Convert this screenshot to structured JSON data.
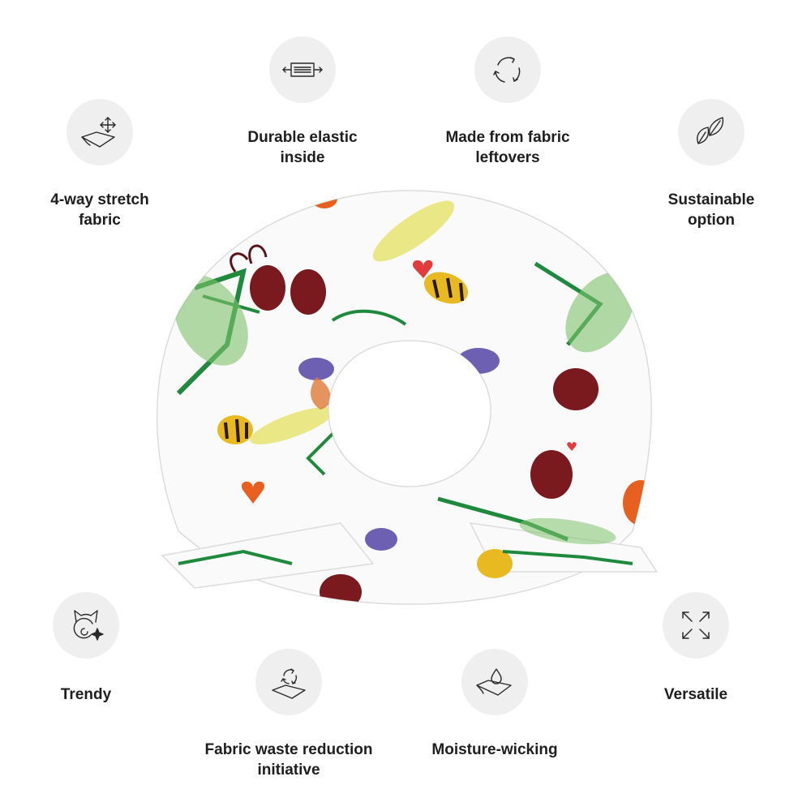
{
  "features": {
    "stretch": {
      "label": "4-way stretch\nfabric",
      "icon": "stretch-fabric-icon"
    },
    "elastic": {
      "label": "Durable elastic\ninside",
      "icon": "elastic-band-icon"
    },
    "leftovers": {
      "label": "Made from fabric\nleftovers",
      "icon": "recycle-icon"
    },
    "sustainable": {
      "label": "Sustainable\noption",
      "icon": "leaves-icon"
    },
    "trendy": {
      "label": "Trendy",
      "icon": "cat-sparkle-icon"
    },
    "waste": {
      "label": "Fabric waste reduction\ninitiative",
      "icon": "recycle-fabric-icon"
    },
    "moisture": {
      "label": "Moisture-wicking",
      "icon": "water-drop-fabric-icon"
    },
    "versatile": {
      "label": "Versatile",
      "icon": "expand-arrows-icon"
    }
  },
  "colors": {
    "icon_background": "#efefef",
    "icon_stroke": "#2a2a2a",
    "text": "#1e1e1e",
    "bug_green": "#1f8a3d",
    "bug_red": "#7a1a1f",
    "bug_yellow": "#e8b921",
    "bug_purple": "#4a3aa0"
  },
  "product": {
    "image": "scrunchie-with-bow-insect-print"
  }
}
